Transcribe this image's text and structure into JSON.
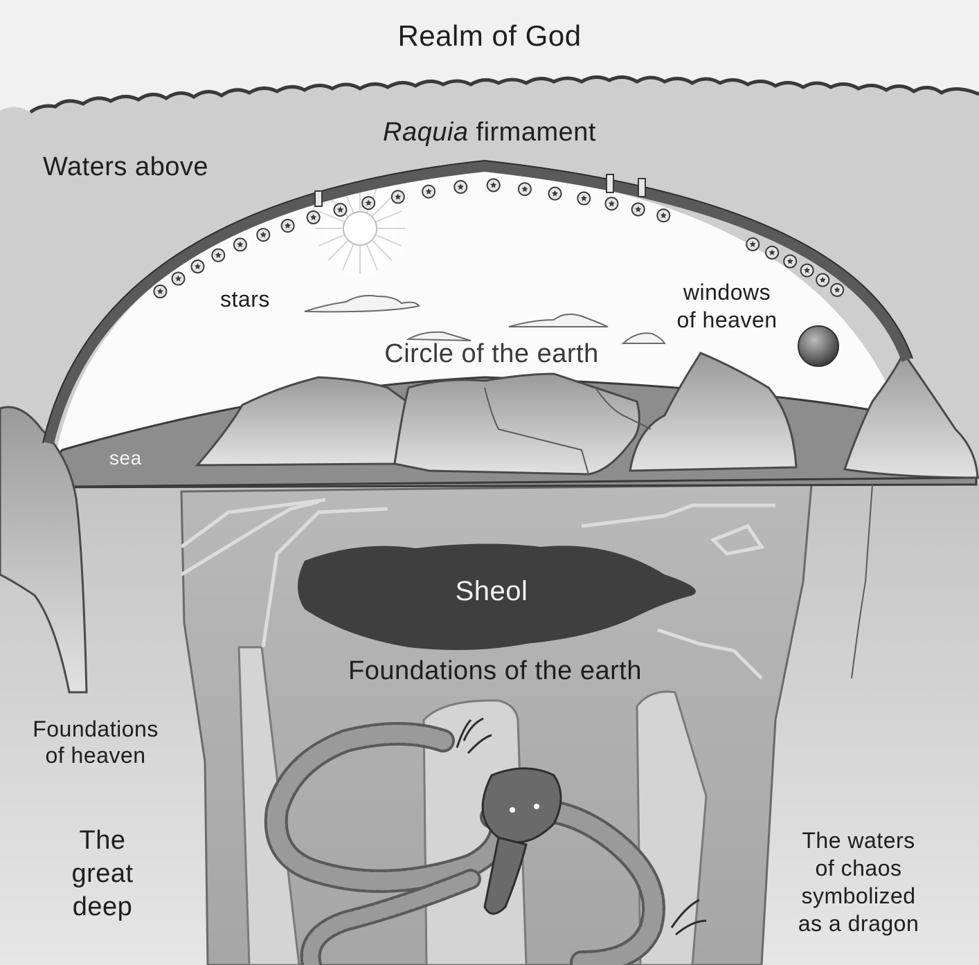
{
  "labels": {
    "realm_of_god": "Realm of God",
    "firmament_italic": "Raquia",
    "firmament_rest": "firmament",
    "waters_above": "Waters above",
    "stars": "stars",
    "windows_of_heaven": [
      "windows",
      "of heaven"
    ],
    "circle_of_the_earth": "Circle of the earth",
    "sea": "sea",
    "sheol": "Sheol",
    "foundations_of_the_earth": "Foundations of the earth",
    "foundations_of_heaven": [
      "Foundations",
      "of heaven"
    ],
    "the_great_deep": [
      "The",
      "great",
      "deep"
    ],
    "waters_of_chaos": [
      "The waters",
      "of chaos",
      "symbolized",
      "as a dragon"
    ]
  },
  "icons": [
    "sun-icon",
    "moon-icon",
    "star-icon",
    "cloud-icon",
    "dragon-icon",
    "mountain-icon",
    "window-icon"
  ],
  "colors": {
    "realm_bg": "#f1f1f1",
    "waters_bg": "#cfcfcf",
    "sky": "#fbfbfb",
    "dome": "#5f5f5f",
    "sea": "#8d8d8d",
    "underworld": "#b5b5b5",
    "sheol": "#3e3e3e"
  }
}
